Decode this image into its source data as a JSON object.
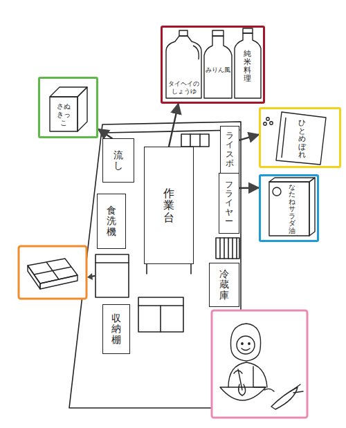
{
  "diagram": {
    "nodes": [
      {
        "text": [
          "タイヘイのしょうゆ",
          "みりん風",
          "純米料理"
        ]
      },
      {
        "text": [
          "さぬきっこ"
        ]
      },
      {
        "text": [
          "ひとめぼれ"
        ]
      },
      {
        "text": [
          "なたねサラダ油"
        ]
      },
      {
        "text": [
          "流し"
        ]
      },
      {
        "text": [
          "ライスボ"
        ]
      },
      {
        "text": [
          "作業台"
        ]
      },
      {
        "text": [
          "食洗機"
        ]
      },
      {
        "text": [
          "フライヤー"
        ]
      },
      {
        "text": [
          "収納棚"
        ]
      },
      {
        "text": [
          "冷蔵庫"
        ]
      }
    ],
    "edges": [
      {
        "from": 6,
        "to": 0,
        "arrow": "to"
      },
      {
        "from": 4,
        "to": 1,
        "arrow": "to"
      },
      {
        "from": 5,
        "to": 2,
        "arrow": "to"
      },
      {
        "from": 8,
        "to": 3,
        "arrow": "to"
      }
    ]
  }
}
